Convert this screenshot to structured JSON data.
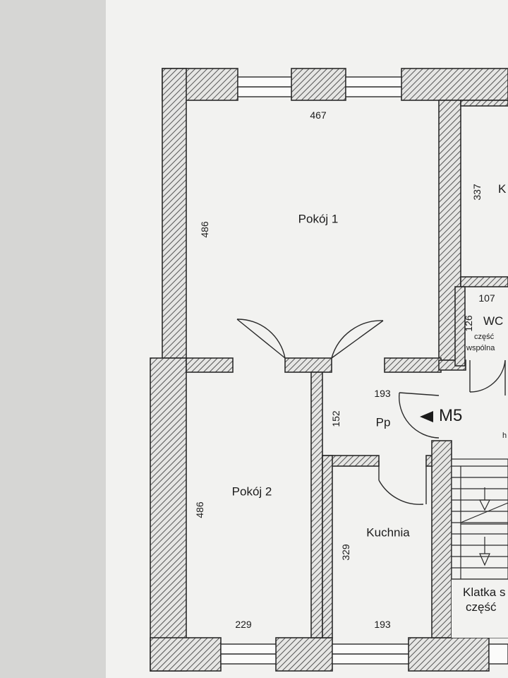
{
  "rooms": {
    "pokoj1": "Pokój 1",
    "pokoj2": "Pokój 2",
    "pp": "Pp",
    "kuchnia": "Kuchnia",
    "wc": "WC",
    "wc_sub1": "część",
    "wc_sub2": "wspólna",
    "klatka1": "Klatka s",
    "klatka2": "część",
    "k_partial": "K",
    "h_partial": "h"
  },
  "marker": {
    "arrow": "◄",
    "label": "M5"
  },
  "dimensions": {
    "pokoj1_width": "467",
    "pokoj1_height": "486",
    "pokoj2_height": "486",
    "pokoj2_width": "229",
    "pp_width": "193",
    "pp_height": "152",
    "kuchnia_height": "329",
    "kuchnia_width": "193",
    "wc_width": "107",
    "wc_height": "126",
    "k_height": "337"
  },
  "colors": {
    "paper": "#f4f4f2",
    "wall_fill": "#8f8f8f",
    "line": "#2a2a2a",
    "background": "#d9d9d7"
  }
}
